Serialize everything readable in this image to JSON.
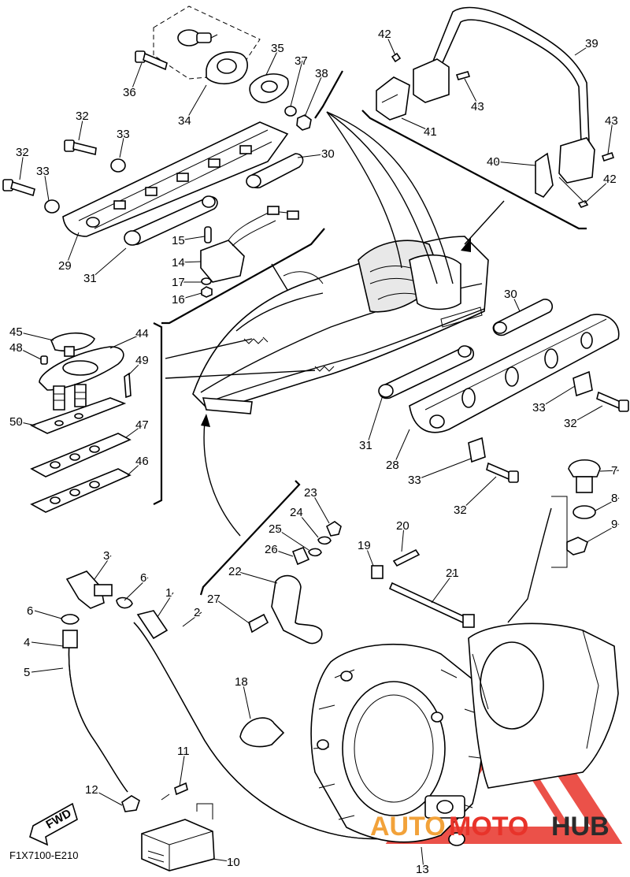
{
  "diagram": {
    "code": "F1X7100-E210",
    "fwd_label": "FWD",
    "callouts": [
      "1",
      "2",
      "3",
      "4",
      "5",
      "6",
      "6",
      "7",
      "8",
      "9",
      "10",
      "11",
      "12",
      "13",
      "14",
      "15",
      "16",
      "17",
      "18",
      "19",
      "20",
      "21",
      "22",
      "23",
      "24",
      "25",
      "26",
      "27",
      "28",
      "29",
      "30",
      "30",
      "31",
      "31",
      "32",
      "32",
      "32",
      "32",
      "33",
      "33",
      "33",
      "33",
      "34",
      "35",
      "36",
      "37",
      "38",
      "39",
      "40",
      "41",
      "42",
      "42",
      "43",
      "43",
      "44",
      "45",
      "46",
      "47",
      "48",
      "49",
      "50"
    ]
  },
  "watermark": {
    "part1": "AUTO",
    "part2": "MOTO",
    "part3": "HUB",
    "color_accent": "#e8332a",
    "color_orange": "#f2a23a",
    "color_dark": "#2b2b2b"
  }
}
